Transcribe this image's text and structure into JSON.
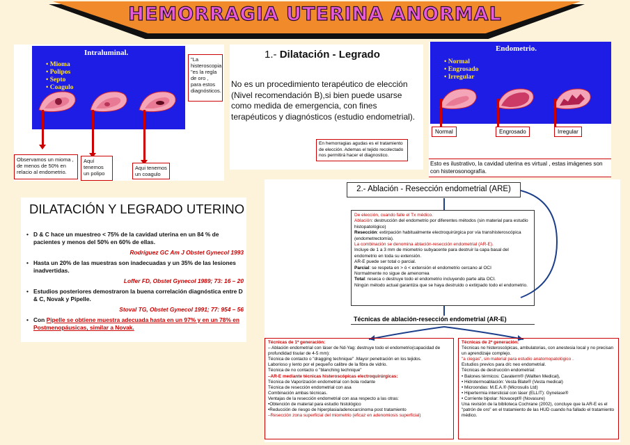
{
  "title": "HEMORRAGIA UTERINA ANORMAL",
  "intraluminal": {
    "heading": "Intraluminal.",
    "items": [
      "Mioma",
      "Polipos",
      "Septo",
      "Coagulo"
    ],
    "side_note": "\"La histeroscopia \"es la regla de oro , para estos diagnósticos.",
    "note_mioma": "Observamos un mioma , de menos de 50% en relacio al endometrio.",
    "note_polipo": "Aquí tenemos un polipo",
    "note_coagulo": "Aqui tenemos un coagulo"
  },
  "dilatacion": {
    "title_num": "1.-",
    "title_bold": "Dilatación - Legrado",
    "body": "No es un procedimiento terapéutico de elección (Nivel recomendación B),si bien puede usarse como medida de emergencia, con fines terapéuticos y diagnósticos (estudio endometrial).",
    "small_note": "En hemorragias agudas es el tratamiento de elección. Ademas el tejido recolectado nos permitirá hacer el diagnostico."
  },
  "endometrio": {
    "heading": "Endometrio.",
    "items": [
      "Normal",
      "Engrosado",
      "Irregular"
    ],
    "labels": [
      "Normal",
      "Engrosado",
      "Irregular"
    ],
    "footer": "Esto es ilustrativo, la cavidad uterina es virtual , estas imágenes son con histerosonografía."
  },
  "dyl": {
    "heading": "DILATACIÓN Y LEGRADO UTERINO",
    "b1": "D & C hace un muestreo < 75% de la cavidad uterina en un 84 % de pacientes y menos del 50% en 60% de ellas.",
    "c1": "Rodriguez GC Am J Obstet Gynecol 1993",
    "b2": "Hasta un 20% de las muestras son inadecuadas y un 35% de las lesiones inadvertidas.",
    "c2": "Loffer FD, Obstet Gynecol 1989; 73: 16 – 20",
    "b3": "Estudios posteriores demostraron la buena correlación diagnóstica entre D & C, Novak y Pipelle.",
    "c3": "Stoval TG, Obstet Gynecol 1991; 77: 954 – 56",
    "b4_pre": "Con ",
    "b4_red": "Pipelle se obtiene muestra adecuada hasta en un 97% y en un 78% en Postmenopáusicas, similar a Novak."
  },
  "ablacion": {
    "title": "2.- Ablación - Resección endometrial (ARE)",
    "m1": "De elección, cuando falle el Tx médico.",
    "m2_label": "Ablación",
    "m2": ": destrucción del endometrio por diferentes métodos (sin material para estudio histopatológico)",
    "m3_label": "Resección",
    "m3": ": extirpación habitualmente electroquirúrgica por vía transhisteroscópica (endometrectomía).",
    "m4": "La combinación se denomina ablación-resección endometrial (AR-E).",
    "m5": "Incluye de 1 a 3 mm de miometrio subyacente para destruir la capa basal del endometrio en toda su extensión.",
    "m6": "AR-E puede ser total o parcial.",
    "m7_label": "Parcial",
    "m7": ": se respeta en > ó < extensión el endometrio cercano al OCI",
    "m8": "Normalmente no sigue de amenorrea",
    "m9_label": "Total",
    "m9": ": reseca o destruye todo el endometrio incluyendo parte alta OCI.",
    "m10": "Ningún método actual garantiza que se haya destruido o extirpado todo el endometrio.",
    "mid_title": "Técnicas de ablación-resección endometrial (AR-E)",
    "left_title": "Técnicas de 1ª generación:",
    "left_lines": [
      "– Ablación endometrial con láser de Nd-Yag: destruye todo el endometrio(capacidad de profundidad tisular de 4-5 mm):",
      "Técnica de contacto o \"dragging technique\" .Mayor penetración en los tejidos.",
      "Laborioso y lento por el pequeño calibre de la fibra de vidrio.",
      "Técnica de no contacto o \"blanching technique\"",
      "–AR-E mediante técnicas histeroscópicas electroquirúrgicas:",
      "Técnica de Vaporización endometrial con bola rodante",
      "Técnica de resección endometrial con asa",
      "Combinación ambas técnicas.",
      "Ventajas de la resección endometrial con asa respecto a las otras:",
      "•Obtención de material para estudio histológico",
      "•Reducción de riesgo de hiperplasia/adenocarcinoma post tratamiento",
      "–Resección zona superficial del miometrio (eficaz en adenomiosis superficial)"
    ],
    "right_title": "Técnicas de 2ª generación:",
    "right_lines": [
      "Técnicas no histeroscópicas, ambulatorias, con anestesia local y no precisan un aprendizaje complejo.",
      "\"a ciegas\", sin material para estudio anatomopatológico .",
      "Estudios previos para d/c neo endometrial.",
      "Técnicas de destrucción endometrial:",
      "• Balones térmicos: Cavaterm® (Wallten Medical),",
      "• Hidrotermoablación: Vesta Blate® (Vesta medical)",
      "• Microondas: M.E.A.® (Microsulis Ltd)",
      "• Hipertermia intersticial con láser (ELLIT): Gynelase®",
      "• Corriente bipolar: Novacept® (Novasure)",
      "Una revisión de la biblioteca Cochrane (2002), concluye que la AR-E es el \"patrón de oro\" en el tratamiento de las HUD cuando ha fallado el tratamiento médico."
    ]
  }
}
